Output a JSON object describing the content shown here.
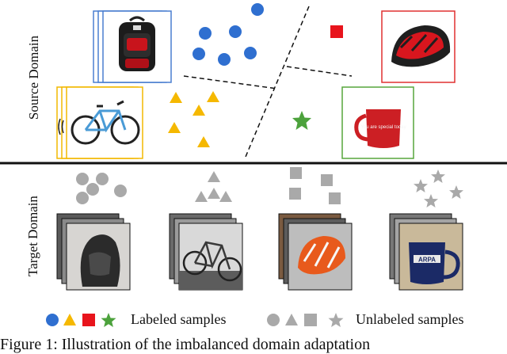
{
  "figure": {
    "source_domain_label": "Source Domain",
    "target_domain_label": "Target Domain",
    "legend": {
      "labeled_text": "Labeled samples",
      "unlabeled_text": "Unlabeled samples"
    },
    "caption": "Figure 1: Illustration of the imbalanced domain adaptation",
    "mug_text": "You are special today",
    "mug_brand_text": "ARPA",
    "colors": {
      "circle_class": "#2f6fd0",
      "triangle_class": "#f5b800",
      "square_class": "#e8141c",
      "star_class": "#4ca23c",
      "unlabeled_gray": "#a9a9a9",
      "frame_backpack": "#4a7fd0",
      "frame_bicycle": "#f2b800",
      "frame_helmet": "#e03030",
      "frame_mug": "#57a63c"
    },
    "icons": [
      "circle-marker-icon",
      "triangle-marker-icon",
      "square-marker-icon",
      "star-marker-icon"
    ]
  }
}
